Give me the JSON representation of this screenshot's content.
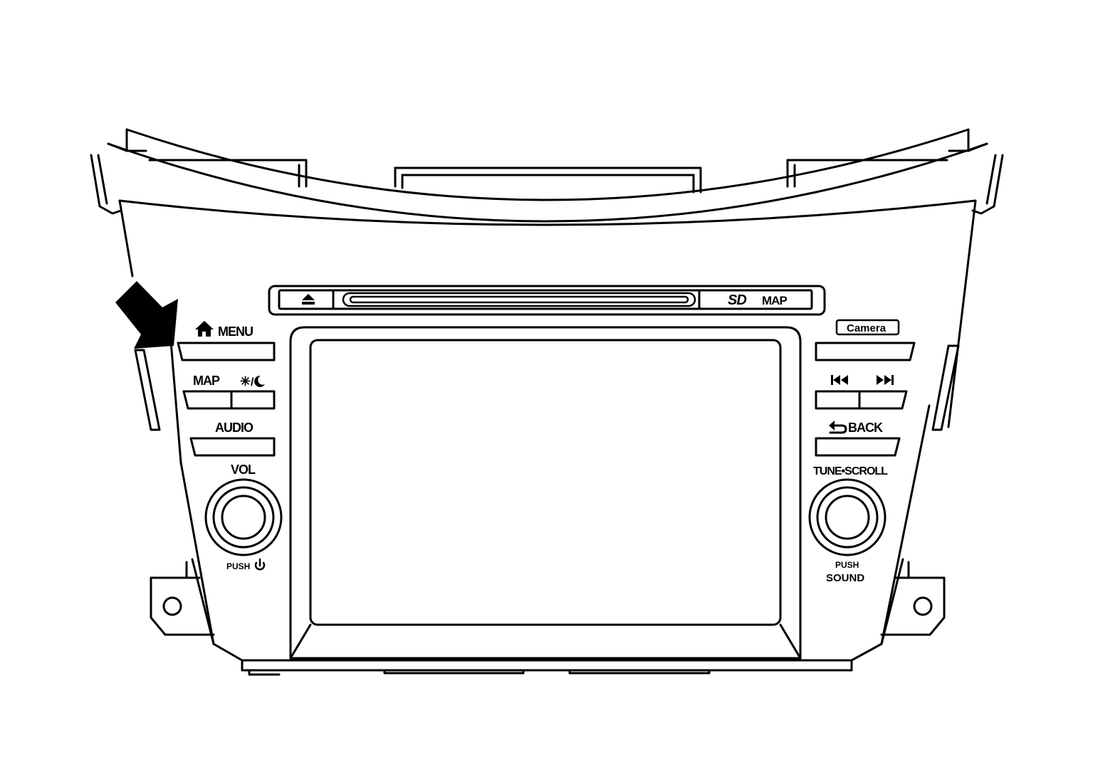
{
  "labels": {
    "menu": "MENU",
    "map_button": "MAP",
    "audio": "AUDIO",
    "vol": "VOL",
    "push_power": "PUSH",
    "camera": "Camera",
    "back": "BACK",
    "tune_scroll": "TUNE•SCROLL",
    "push_sound_1": "PUSH",
    "push_sound_2": "SOUND",
    "sd_logo": "SD",
    "sd_map": "MAP"
  },
  "icons": {
    "home": "home-icon",
    "eject": "eject-icon",
    "day_night": "day-night-icon",
    "power": "power-icon",
    "prev_track": "skip-back-icon",
    "next_track": "skip-forward-icon",
    "back_arrow": "back-arrow-icon",
    "pointer": "pointer-arrow-icon"
  },
  "colors": {
    "line": "#000000",
    "background": "#ffffff"
  }
}
